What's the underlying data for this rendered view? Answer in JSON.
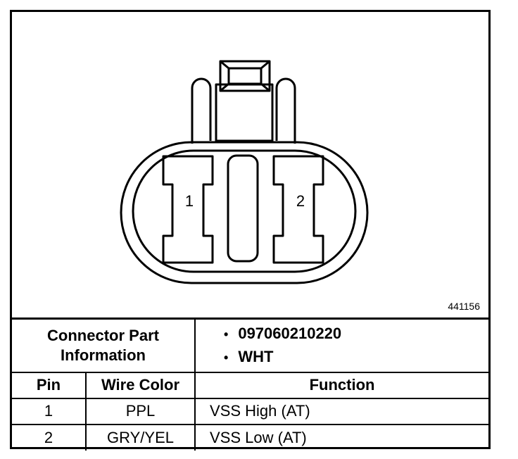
{
  "figure_number": "441156",
  "connector": {
    "pin_labels": [
      "1",
      "2"
    ]
  },
  "table": {
    "part_info_label_line1": "Connector Part",
    "part_info_label_line2": "Information",
    "part_numbers": [
      "097060210220",
      "WHT"
    ],
    "headers": {
      "pin": "Pin",
      "wire_color": "Wire Color",
      "function": "Function"
    },
    "rows": [
      {
        "pin": "1",
        "wire_color": "PPL",
        "function": "VSS High (AT)"
      },
      {
        "pin": "2",
        "wire_color": "GRY/YEL",
        "function": "VSS Low (AT)"
      }
    ]
  }
}
